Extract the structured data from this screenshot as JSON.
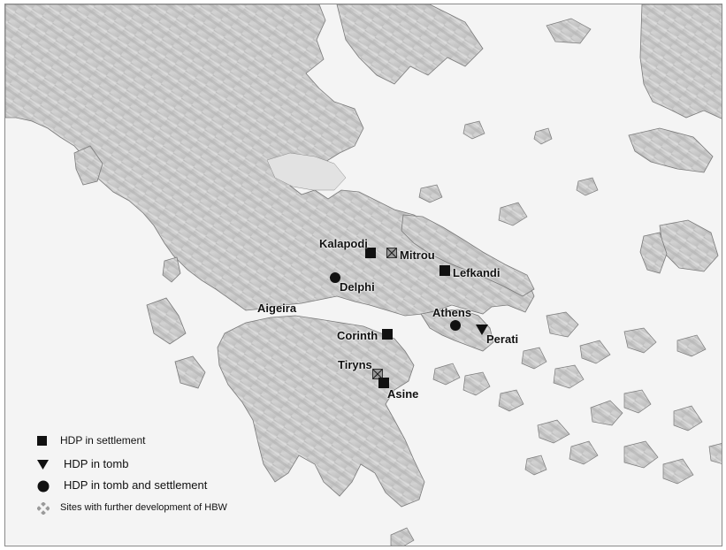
{
  "sites": [
    {
      "name": "Kalapodi",
      "symbol": "settlement"
    },
    {
      "name": "Mitrou",
      "symbol": "further"
    },
    {
      "name": "Lefkandi",
      "symbol": "settlement"
    },
    {
      "name": "Delphi",
      "symbol": "both"
    },
    {
      "name": "Aigeira",
      "symbol": "none"
    },
    {
      "name": "Athens",
      "symbol": "both"
    },
    {
      "name": "Corinth",
      "symbol": "settlement"
    },
    {
      "name": "Perati",
      "symbol": "tomb"
    },
    {
      "name": "Tiryns",
      "symbol": "further"
    },
    {
      "name": "Asine",
      "symbol": "settlement"
    }
  ],
  "legend": {
    "settlement": "HDP in settlement",
    "tomb": "HDP in tomb",
    "both": "HDP in tomb and settlement",
    "further": "Sites with further development of HBW"
  },
  "colors": {
    "sea": "#f4f4f4",
    "land": "#c9c9c9",
    "land_dark": "#9d9d9d",
    "marker": "#111111",
    "further_marker": "#9a9a9a"
  }
}
